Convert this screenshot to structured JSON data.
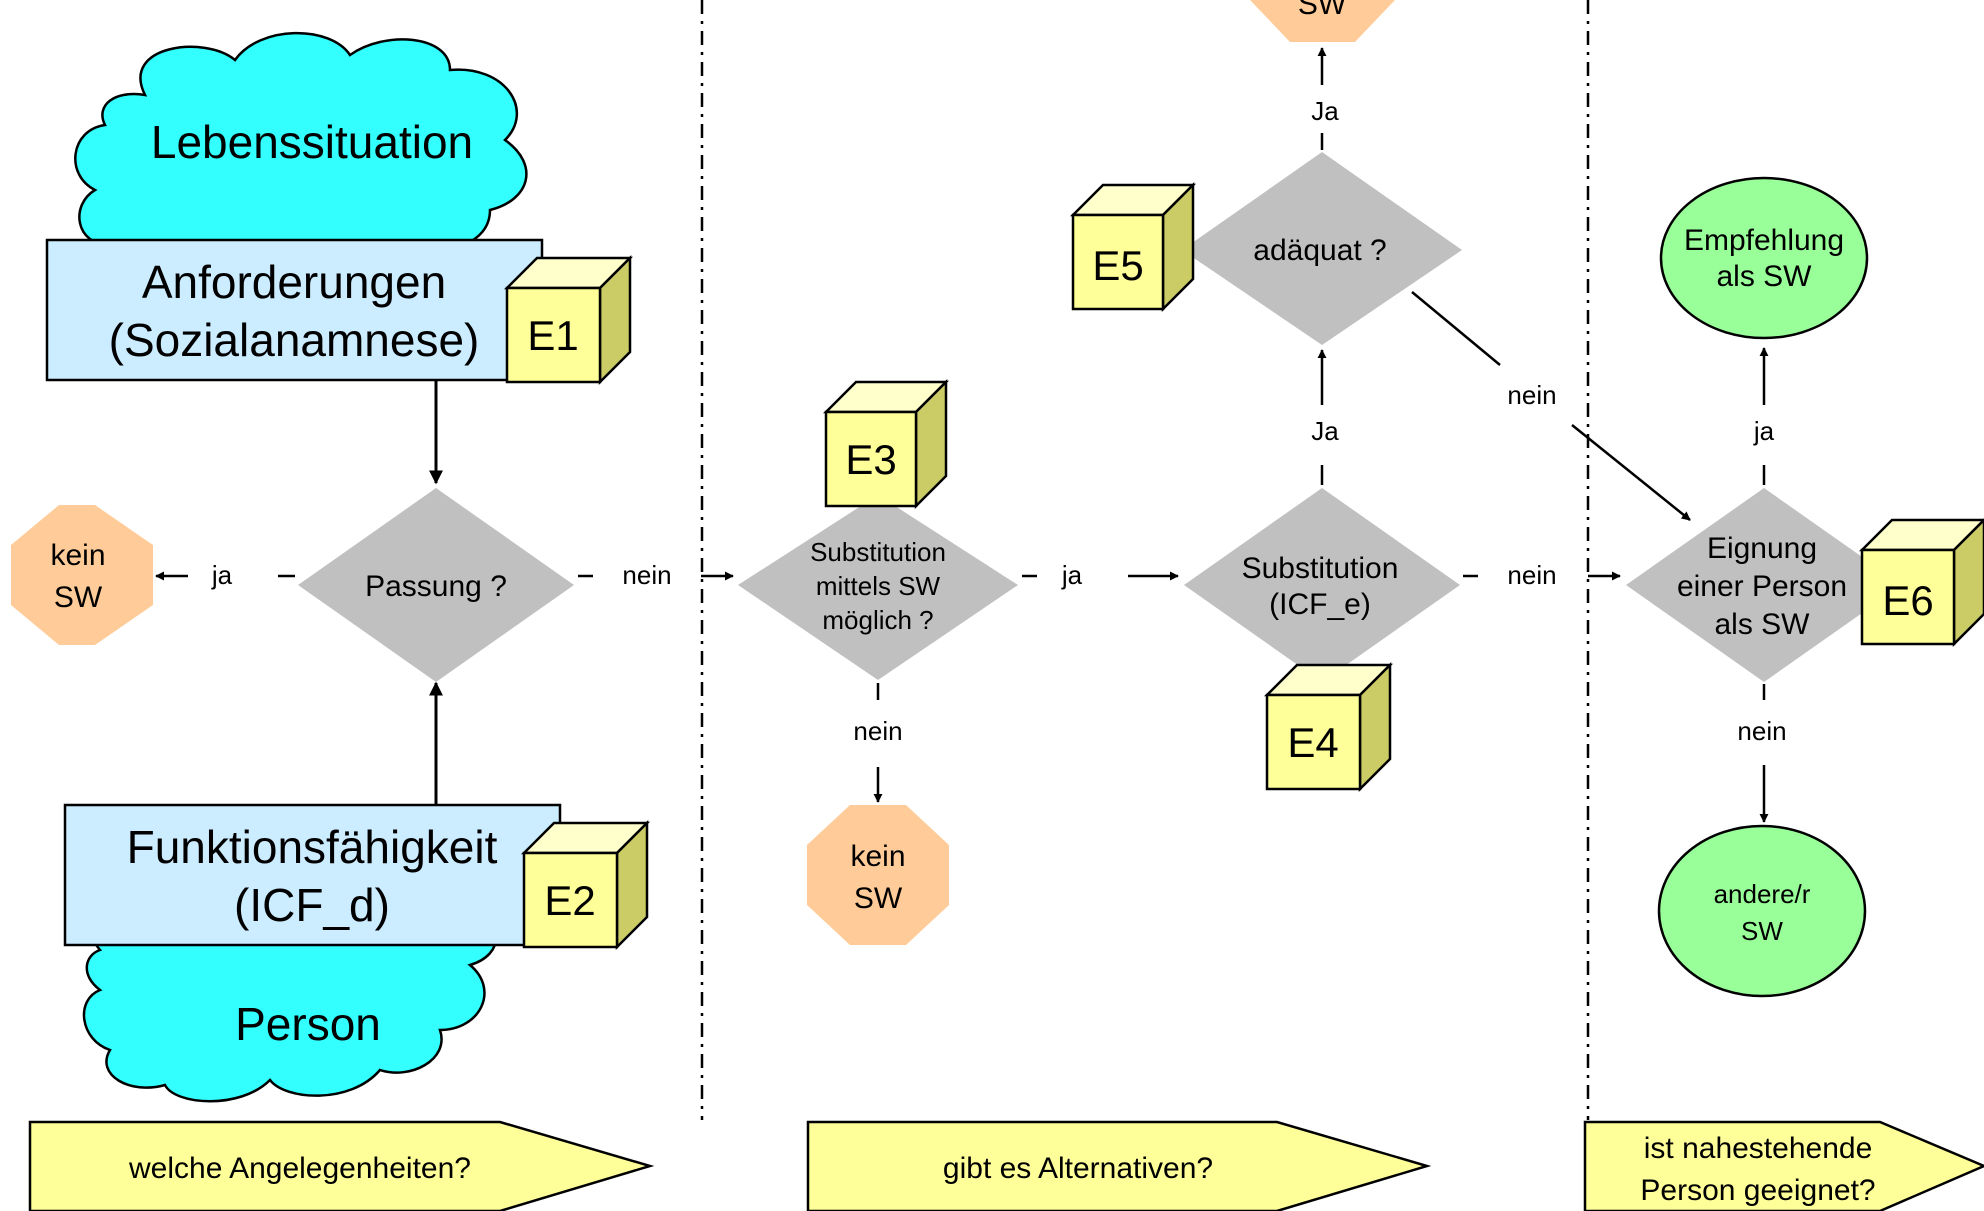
{
  "clouds": {
    "top": "Lebenssituation",
    "bottom": "Person"
  },
  "boxes": {
    "anforderungen": [
      "Anforderungen",
      "(Sozialanamnese)"
    ],
    "funktion": [
      "Funktionsfähigkeit",
      "(ICF_d)"
    ]
  },
  "cubes": {
    "e1": "E1",
    "e2": "E2",
    "e3": "E3",
    "e4": "E4",
    "e5": "E5",
    "e6": "E6"
  },
  "diamonds": {
    "passung": [
      "Passung ?"
    ],
    "substitution_sw": [
      "Substitution",
      "mittels SW",
      "möglich ?"
    ],
    "substitution_icf": [
      "Substitution",
      "(ICF_e)"
    ],
    "adaequat": [
      "adäquat ?"
    ],
    "eignung": [
      "Eignung",
      "einer Person",
      "als SW"
    ]
  },
  "octagons": {
    "kein_sw_left": [
      "kein",
      "SW"
    ],
    "kein_sw_bottom": [
      "kein",
      "SW"
    ],
    "top_sw": [
      "SW"
    ]
  },
  "ellipses": {
    "empfehlung": [
      "Empfehlung",
      "als SW"
    ],
    "andere": [
      "andere/r",
      "SW"
    ]
  },
  "edge_labels": {
    "ja_left": "ja",
    "nein_passung": "nein",
    "ja_sub": "ja",
    "nein_sub": "nein",
    "ja_icf": "Ja",
    "ja_adaequat": "Ja",
    "nein_adaequat": "nein",
    "nein_icf": "nein",
    "ja_eignung": "ja",
    "nein_eignung": "nein"
  },
  "banners": {
    "left": [
      "welche Angelegenheiten?"
    ],
    "middle": [
      "gibt es Alternativen?"
    ],
    "right": [
      "ist nahestehende",
      "Person geeignet?"
    ]
  },
  "colors": {
    "cloud": "#33FFFF",
    "box": "#CCECFF",
    "cube_front": "#FFFF99",
    "cube_top": "#FFFFCC",
    "cube_side": "#CCCC66",
    "diamond": "#C0C0C0",
    "octagon": "#FFCC99",
    "ellipse": "#99FF99",
    "banner": "#FFFF99"
  }
}
